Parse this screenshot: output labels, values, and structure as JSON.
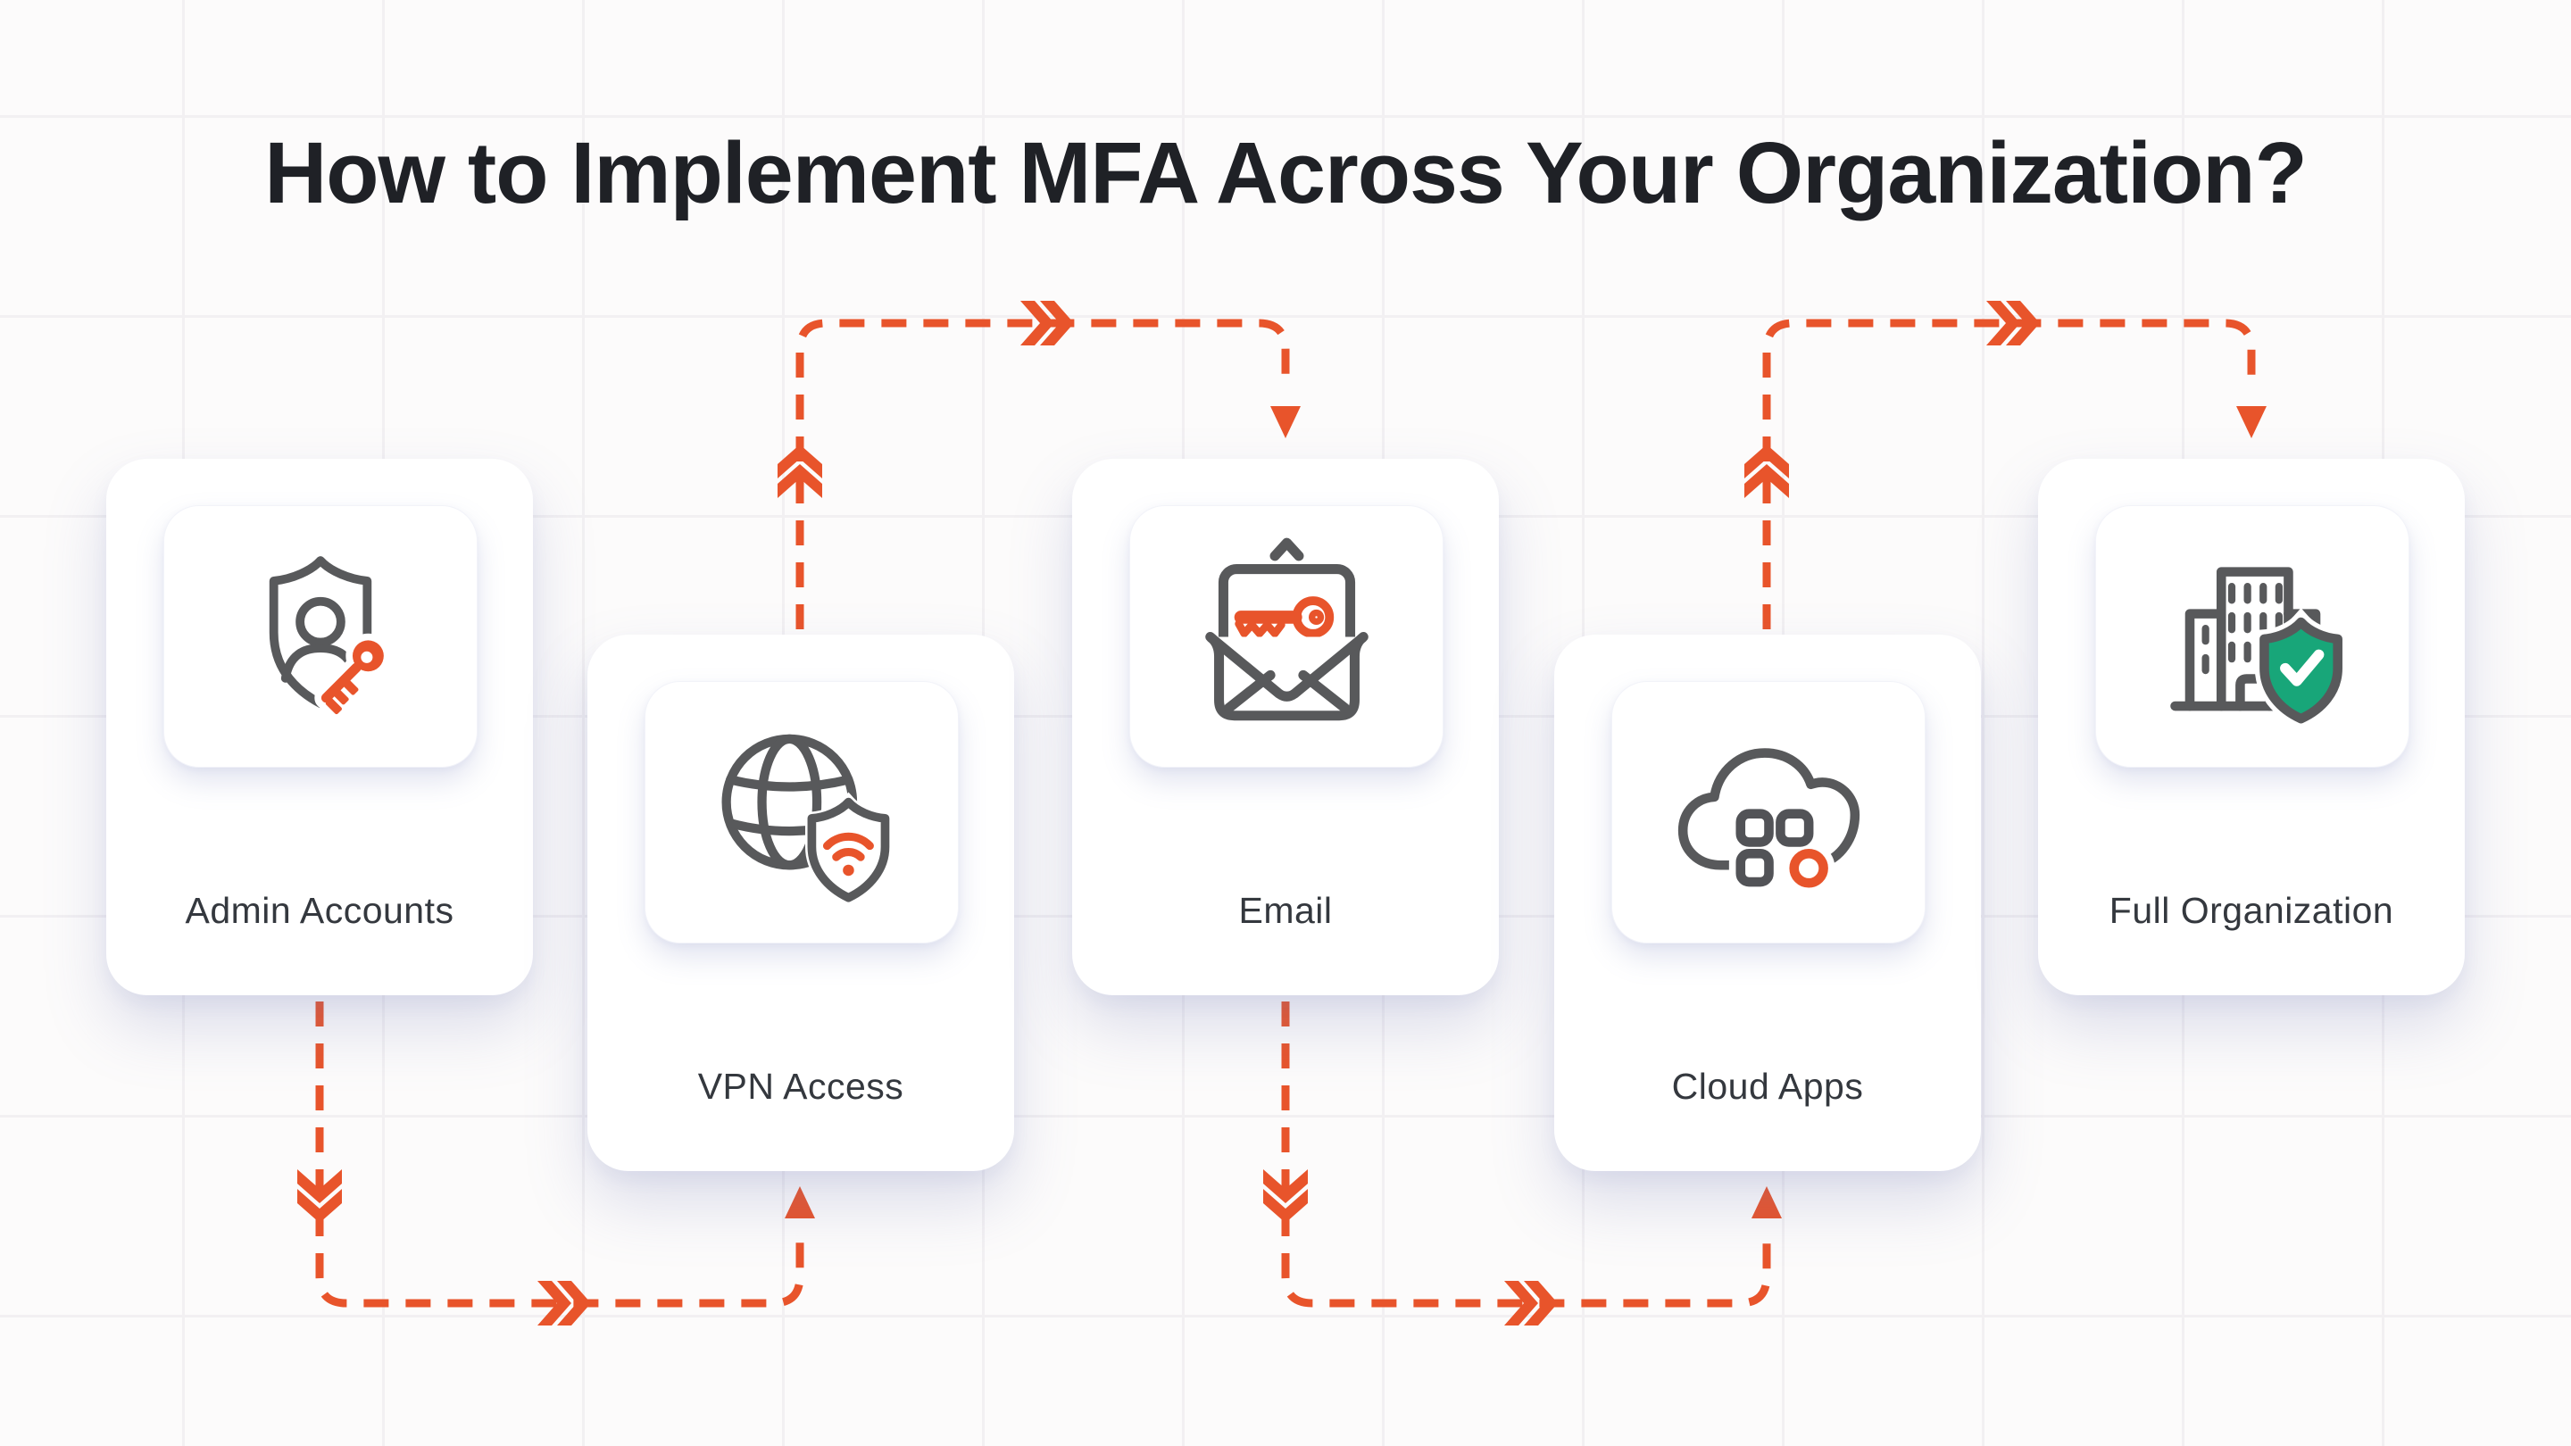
{
  "title": "How to Implement MFA Across Your Organization?",
  "cards": [
    {
      "label": "Admin Accounts",
      "icon": "shield-user-key-icon"
    },
    {
      "label": "VPN Access",
      "icon": "globe-shield-wifi-icon"
    },
    {
      "label": "Email",
      "icon": "envelope-key-icon"
    },
    {
      "label": "Cloud Apps",
      "icon": "cloud-apps-icon"
    },
    {
      "label": "Full Organization",
      "icon": "building-shield-check-icon"
    }
  ],
  "flow": {
    "sequence": [
      "Admin Accounts",
      "VPN Access",
      "Email",
      "Cloud Apps",
      "Full Organization"
    ],
    "connector_style": "dashed orange elbow arrows with double chevrons and triangle arrowheads"
  },
  "colors": {
    "accent_orange": "#E8542B",
    "icon_gray": "#58595B",
    "shield_green": "#18A679",
    "title_text": "#1F2126",
    "label_text": "#34383E",
    "background": "#FCFBFB",
    "grid_line": "#F2F0F2",
    "card_bg": "#FFFFFF"
  }
}
